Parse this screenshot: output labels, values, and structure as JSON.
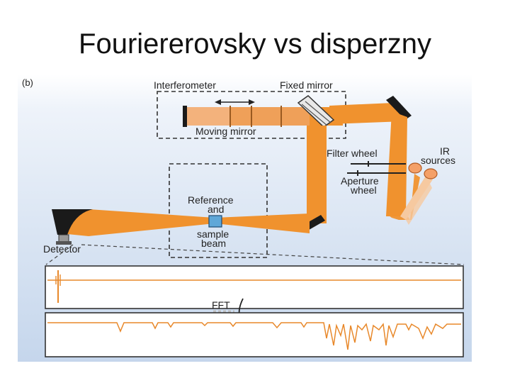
{
  "slide": {
    "title": "Fouriererovsky vs disperzny"
  },
  "figure": {
    "panel_tag": "(b)",
    "labels": {
      "interferometer": "Interferometer",
      "fixed_mirror": "Fixed mirror",
      "moving_mirror": "Moving mirror",
      "filter_wheel": "Filter wheel",
      "ir_sources_line1": "IR",
      "ir_sources_line2": "sources",
      "aperture_wheel_line1": "Aperture",
      "aperture_wheel_line2": "wheel",
      "reference_line1": "Reference",
      "reference_line2": "and",
      "sample_beam_line1": "sample",
      "sample_beam_line2": "beam",
      "detector": "Detector",
      "fft": "FFT"
    },
    "colors": {
      "beam": "#f0922e",
      "beam_light": "#f7c79a",
      "background_top": "#ffffff",
      "background_bottom": "#c9d9ee",
      "mirror": "#1a1a1a"
    }
  }
}
